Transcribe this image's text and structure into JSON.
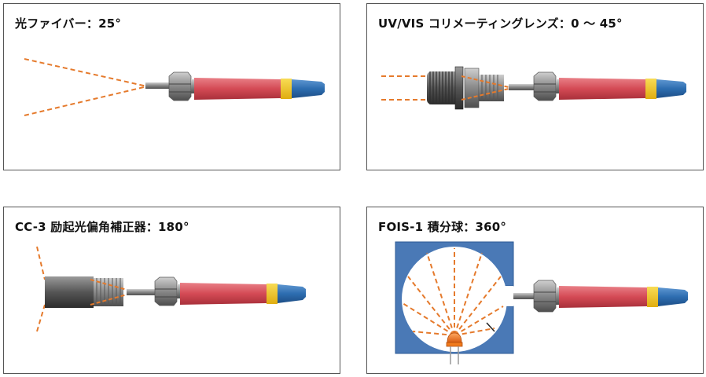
{
  "colors": {
    "fiber_body": "#d9505a",
    "fiber_tip": "#2e6fb0",
    "fiber_band": "#f1c21b",
    "connector": "#8a8a8a",
    "beam": "#e57a2c",
    "sphere_blue": "#4a79b6",
    "led": "#f07a1c"
  },
  "panels": [
    {
      "title": "光ファイバー：25°"
    },
    {
      "title": "UV/VIS コリメーティングレンズ：0 ～ 45°"
    },
    {
      "title": "CC-3 励起光偏角補正器：180°"
    },
    {
      "title": "FOIS-1 積分球：360°"
    }
  ]
}
